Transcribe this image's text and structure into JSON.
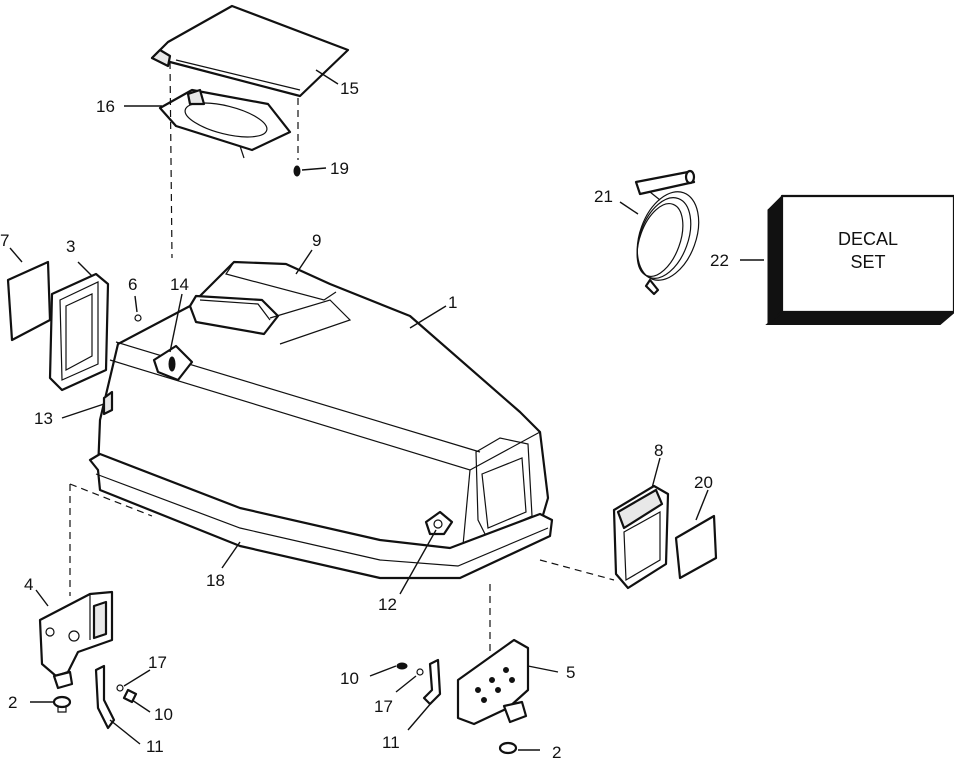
{
  "diagram": {
    "callouts": [
      {
        "id": "c1",
        "text": "1"
      },
      {
        "id": "c2a",
        "text": "2"
      },
      {
        "id": "c2b",
        "text": "2"
      },
      {
        "id": "c3",
        "text": "3"
      },
      {
        "id": "c4",
        "text": "4"
      },
      {
        "id": "c5",
        "text": "5"
      },
      {
        "id": "c6",
        "text": "6"
      },
      {
        "id": "c7",
        "text": "7"
      },
      {
        "id": "c8",
        "text": "8"
      },
      {
        "id": "c9",
        "text": "9"
      },
      {
        "id": "c10a",
        "text": "10"
      },
      {
        "id": "c10b",
        "text": "10"
      },
      {
        "id": "c11a",
        "text": "11"
      },
      {
        "id": "c11b",
        "text": "11"
      },
      {
        "id": "c12",
        "text": "12"
      },
      {
        "id": "c13",
        "text": "13"
      },
      {
        "id": "c14",
        "text": "14"
      },
      {
        "id": "c15",
        "text": "15"
      },
      {
        "id": "c16",
        "text": "16"
      },
      {
        "id": "c17a",
        "text": "17"
      },
      {
        "id": "c17b",
        "text": "17"
      },
      {
        "id": "c18",
        "text": "18"
      },
      {
        "id": "c19",
        "text": "19"
      },
      {
        "id": "c20",
        "text": "20"
      },
      {
        "id": "c21",
        "text": "21"
      },
      {
        "id": "c22",
        "text": "22"
      }
    ],
    "decal_box": {
      "line1": "DECAL",
      "line2": "SET"
    }
  }
}
